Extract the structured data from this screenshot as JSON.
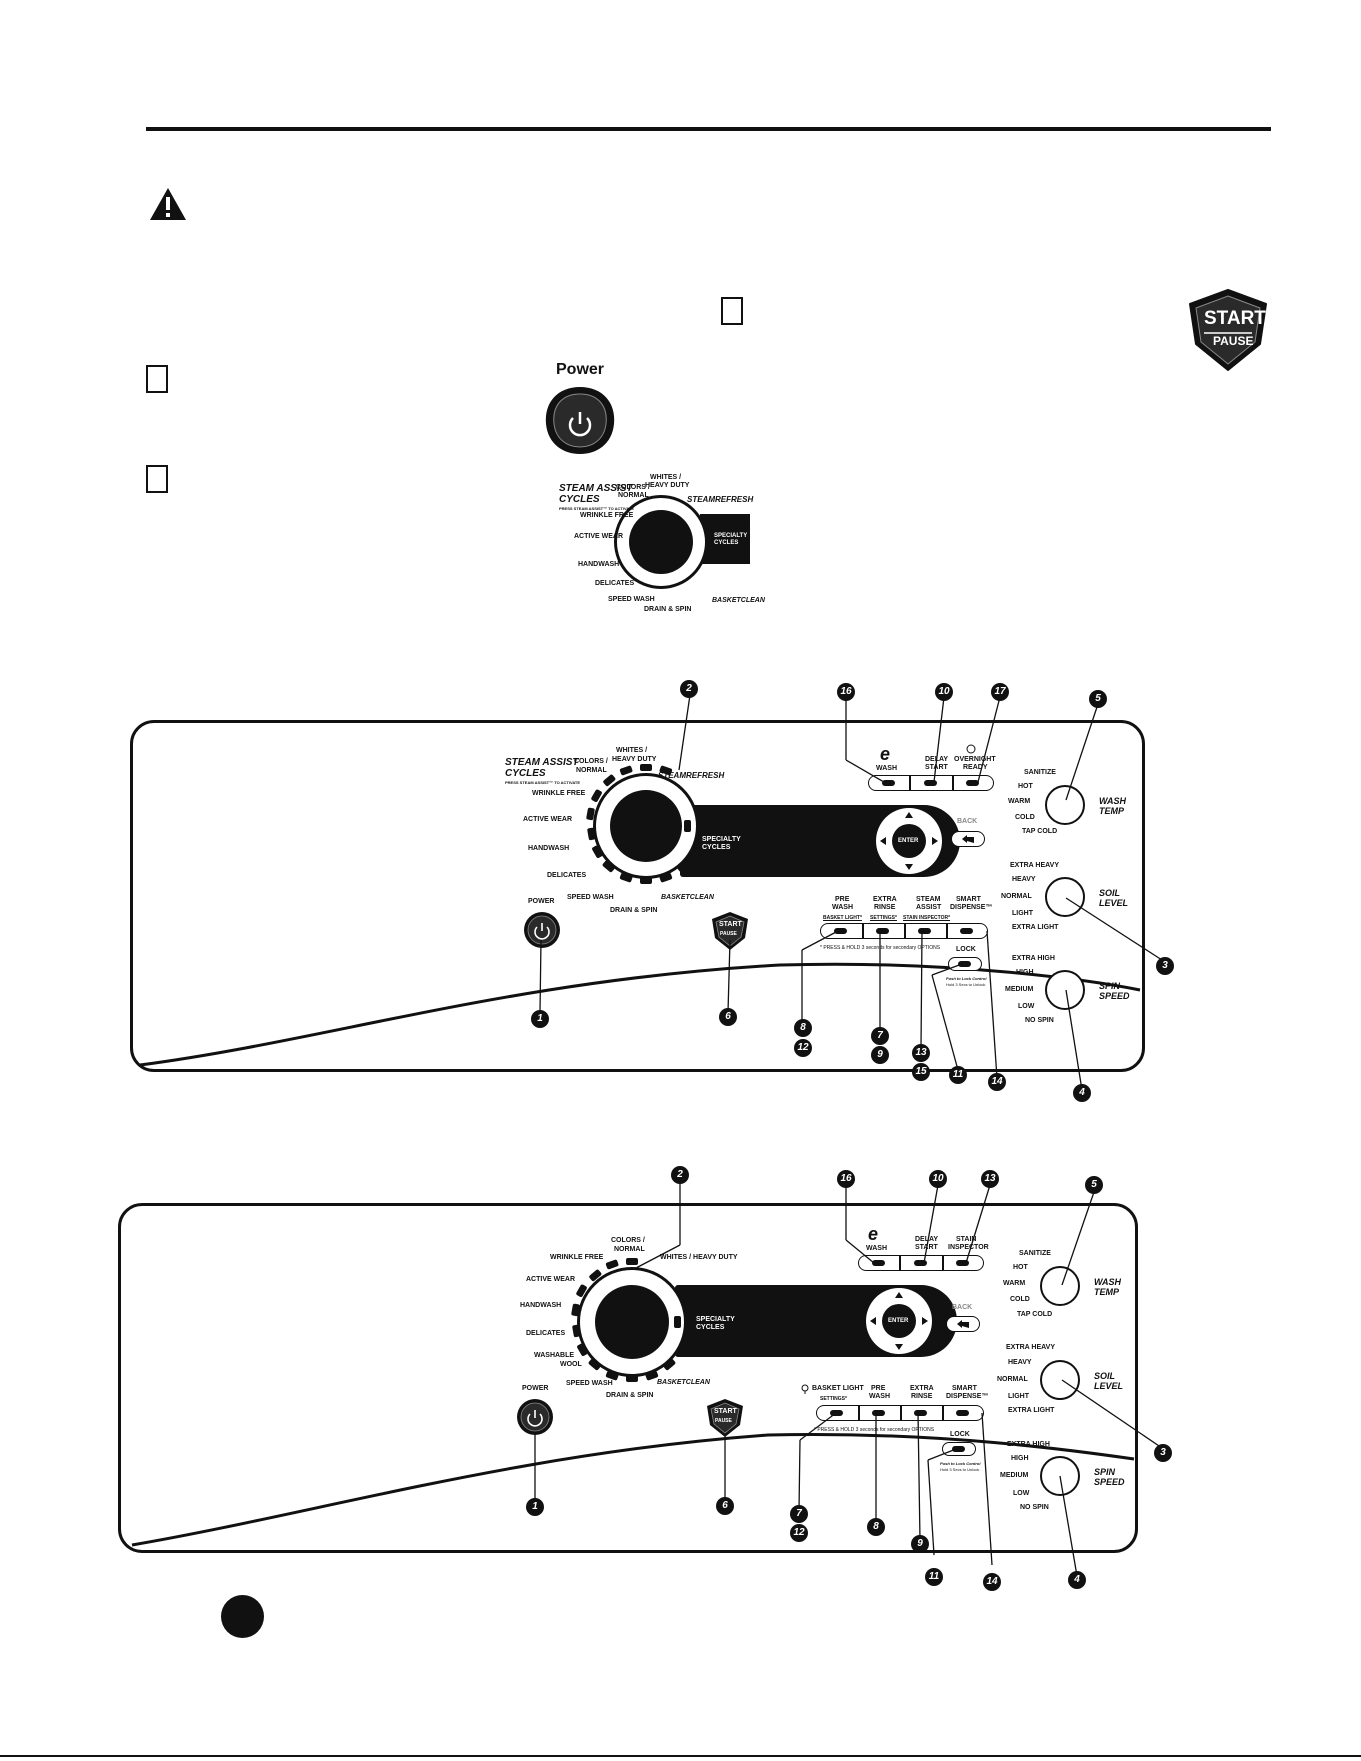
{
  "top_power": {
    "label": "Power"
  },
  "start_pause": {
    "line1": "START",
    "line2": "PAUSE"
  },
  "dial_labels": {
    "steam_assist_title": "STEAM ASSIST",
    "steam_assist_title2": "CYCLES",
    "steam_assist_note": "PRESS STEAM ASSIST™ TO ACTIVATE",
    "whites": "WHITES /",
    "whites2": "HEAVY DUTY",
    "colors": "COLORS /",
    "colors2": "NORMAL",
    "steam_refresh": "STEAMREFRESH",
    "wrinkle_free": "WRINKLE FREE",
    "active_wear": "ACTIVE WEAR",
    "handwash": "HANDWASH",
    "delicates": "DELICATES",
    "speed_wash": "SPEED WASH",
    "drain_spin": "DRAIN & SPIN",
    "basket_clean": "BASKETCLEAN",
    "specialty": "SPECIALTY",
    "specialty2": "CYCLES"
  },
  "panel1": {
    "power": "POWER",
    "start": "START",
    "pause": "PAUSE",
    "enter": "ENTER",
    "back": "BACK",
    "top_buttons": [
      "WASH",
      "DELAY",
      "START",
      "OVERNIGHT",
      "READY"
    ],
    "e": "e",
    "lower_buttons": {
      "pre": "PRE",
      "wash": "WASH",
      "basket_light": "BASKET LIGHT*",
      "extra": "EXTRA",
      "rinse": "RINSE",
      "settings": "SETTINGS*",
      "steam": "STEAM",
      "assist": "ASSIST",
      "stain_inspector": "STAIN INSPECTOR*",
      "smart": "SMART",
      "dispense": "DISPENSE™"
    },
    "press_hold": "* PRESS & HOLD 3 seconds for secondary OPTIONS",
    "lock": "LOCK",
    "lock_note1": "Push to Lock Control",
    "lock_note2": "Hold 3 Secs to Unlock",
    "wash_temp": {
      "title1": "WASH",
      "title2": "TEMP",
      "levels": [
        "SANITIZE",
        "HOT",
        "WARM",
        "COLD",
        "TAP COLD"
      ]
    },
    "soil_level": {
      "title1": "SOIL",
      "title2": "LEVEL",
      "levels": [
        "EXTRA HEAVY",
        "HEAVY",
        "NORMAL",
        "LIGHT",
        "EXTRA LIGHT"
      ]
    },
    "spin_speed": {
      "title1": "SPIN",
      "title2": "SPEED",
      "levels": [
        "EXTRA HIGH",
        "HIGH",
        "MEDIUM",
        "LOW",
        "NO SPIN"
      ]
    },
    "callouts": [
      "2",
      "16",
      "10",
      "17",
      "5",
      "3",
      "4",
      "1",
      "6",
      "8",
      "12",
      "7",
      "9",
      "13",
      "15",
      "11",
      "14"
    ]
  },
  "panel2": {
    "power": "POWER",
    "start": "START",
    "pause": "PAUSE",
    "enter": "ENTER",
    "back": "BACK",
    "colors": "COLORS /",
    "normal": "NORMAL",
    "wrinkle_free": "WRINKLE FREE",
    "whites": "WHITES / HEAVY DUTY",
    "active_wear": "ACTIVE WEAR",
    "handwash": "HANDWASH",
    "delicates": "DELICATES",
    "washable": "WASHABLE",
    "wool": "WOOL",
    "speed_wash": "SPEED WASH",
    "drain_spin": "DRAIN & SPIN",
    "basket_clean": "BASKETCLEAN",
    "specialty": "SPECIALTY",
    "specialty2": "CYCLES",
    "e": "e",
    "top_buttons": [
      "WASH",
      "DELAY",
      "START",
      "STAIN",
      "INSPECTOR"
    ],
    "lower_buttons": {
      "basket_light": "BASKET LIGHT",
      "settings": "SETTINGS*",
      "pre": "PRE",
      "wash": "WASH",
      "extra": "EXTRA",
      "rinse": "RINSE",
      "smart": "SMART",
      "dispense": "DISPENSE™"
    },
    "press_hold": "* PRESS & HOLD 3 seconds for secondary OPTIONS",
    "lock": "LOCK",
    "lock_note1": "Push to Lock Control",
    "lock_note2": "Hold 3 Secs to Unlock",
    "wash_temp": {
      "title1": "WASH",
      "title2": "TEMP",
      "levels": [
        "SANITIZE",
        "HOT",
        "WARM",
        "COLD",
        "TAP COLD"
      ]
    },
    "soil_level": {
      "title1": "SOIL",
      "title2": "LEVEL",
      "levels": [
        "EXTRA HEAVY",
        "HEAVY",
        "NORMAL",
        "LIGHT",
        "EXTRA LIGHT"
      ]
    },
    "spin_speed": {
      "title1": "SPIN",
      "title2": "SPEED",
      "levels": [
        "EXTRA HIGH",
        "HIGH",
        "MEDIUM",
        "LOW",
        "NO SPIN"
      ]
    },
    "callouts": [
      "2",
      "16",
      "10",
      "13",
      "5",
      "3",
      "4",
      "1",
      "6",
      "7",
      "12",
      "8",
      "9",
      "11",
      "14"
    ]
  }
}
